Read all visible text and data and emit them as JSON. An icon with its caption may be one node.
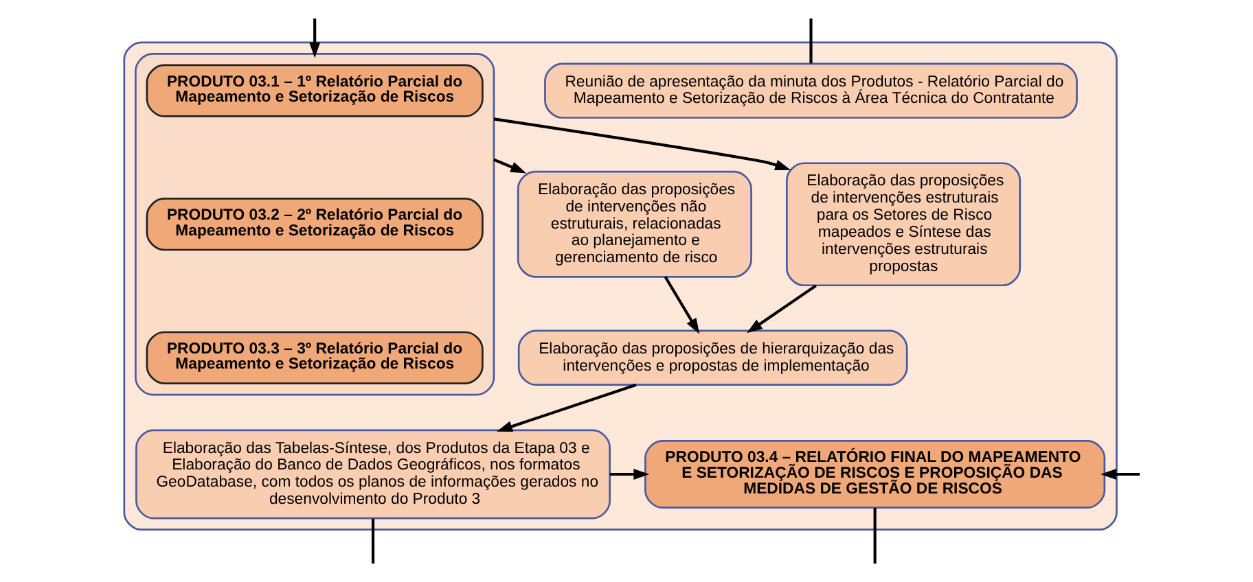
{
  "diagram": {
    "nodes": [
      {
        "text": [],
        "shape": "box"
      },
      {
        "text": [],
        "shape": "box",
        "in": 0
      },
      {
        "text": [
          "PRODUTO 03.1 – 1º Relatório Parcial do Mapeamento e Setorização de Riscos"
        ],
        "in": 1
      },
      {
        "text": [
          "PRODUTO 03.2 – 2º Relatório Parcial do Mapeamento e Setorização de Riscos"
        ],
        "in": 1
      },
      {
        "text": [
          "PRODUTO 03.3 – 3º Relatório Parcial do Mapeamento e Setorização de Riscos"
        ],
        "in": 1
      },
      {
        "text": [
          "Reunião de apresentação da minuta dos Produtos - Relatório Parcial do Mapeamento e Setorização de Riscos à Área Técnica do Contratante"
        ],
        "in": 0
      },
      {
        "text": [
          "Elaboração das proposições de intervenções não estruturais, relacionadas ao planejamento e gerenciamento de risco"
        ],
        "in": 0
      },
      {
        "text": [
          "Elaboração das proposições de intervenções estruturais para os Setores de Risco mapeados e Síntese das intervenções estruturais propostas"
        ],
        "in": 0
      },
      {
        "text": [
          "Elaboração das proposições de hierarquização das intervenções e propostas de implementação"
        ],
        "in": 0
      },
      {
        "text": [
          "Elaboração das Tabelas-Síntese, dos Produtos da Etapa 03 e Elaboração do Banco de Dados Geográficos, nos formatos GeoDatabase, com todos os planos de informações gerados no desenvolvimento do Produto 3"
        ],
        "in": 0
      },
      {
        "text": [
          "PRODUTO 03.4 – RELATÓRIO FINAL DO MAPEAMENTO E SETORIZAÇÃO DE RISCOS E PROPOSIÇÃO DAS MEDIDAS DE GESTÃO DE RISCOS"
        ],
        "in": 0
      }
    ],
    "edges": [
      {
        "from": null,
        "to": 1,
        "arrow": "to"
      },
      {
        "from": null,
        "to": 5,
        "arrow": "none"
      },
      {
        "from": 1,
        "to": 6,
        "arrow": "to"
      },
      {
        "from": 1,
        "to": 7,
        "arrow": "to"
      },
      {
        "from": 6,
        "to": 8,
        "arrow": "to"
      },
      {
        "from": 7,
        "to": 8,
        "arrow": "to"
      },
      {
        "from": 8,
        "to": 9,
        "arrow": "to"
      },
      {
        "from": 9,
        "to": 10,
        "arrow": "to"
      },
      {
        "from": 9,
        "to": null,
        "arrow": "none"
      },
      {
        "from": 10,
        "to": null,
        "arrow": "none"
      },
      {
        "from": null,
        "to": 10,
        "arrow": "to"
      }
    ]
  }
}
